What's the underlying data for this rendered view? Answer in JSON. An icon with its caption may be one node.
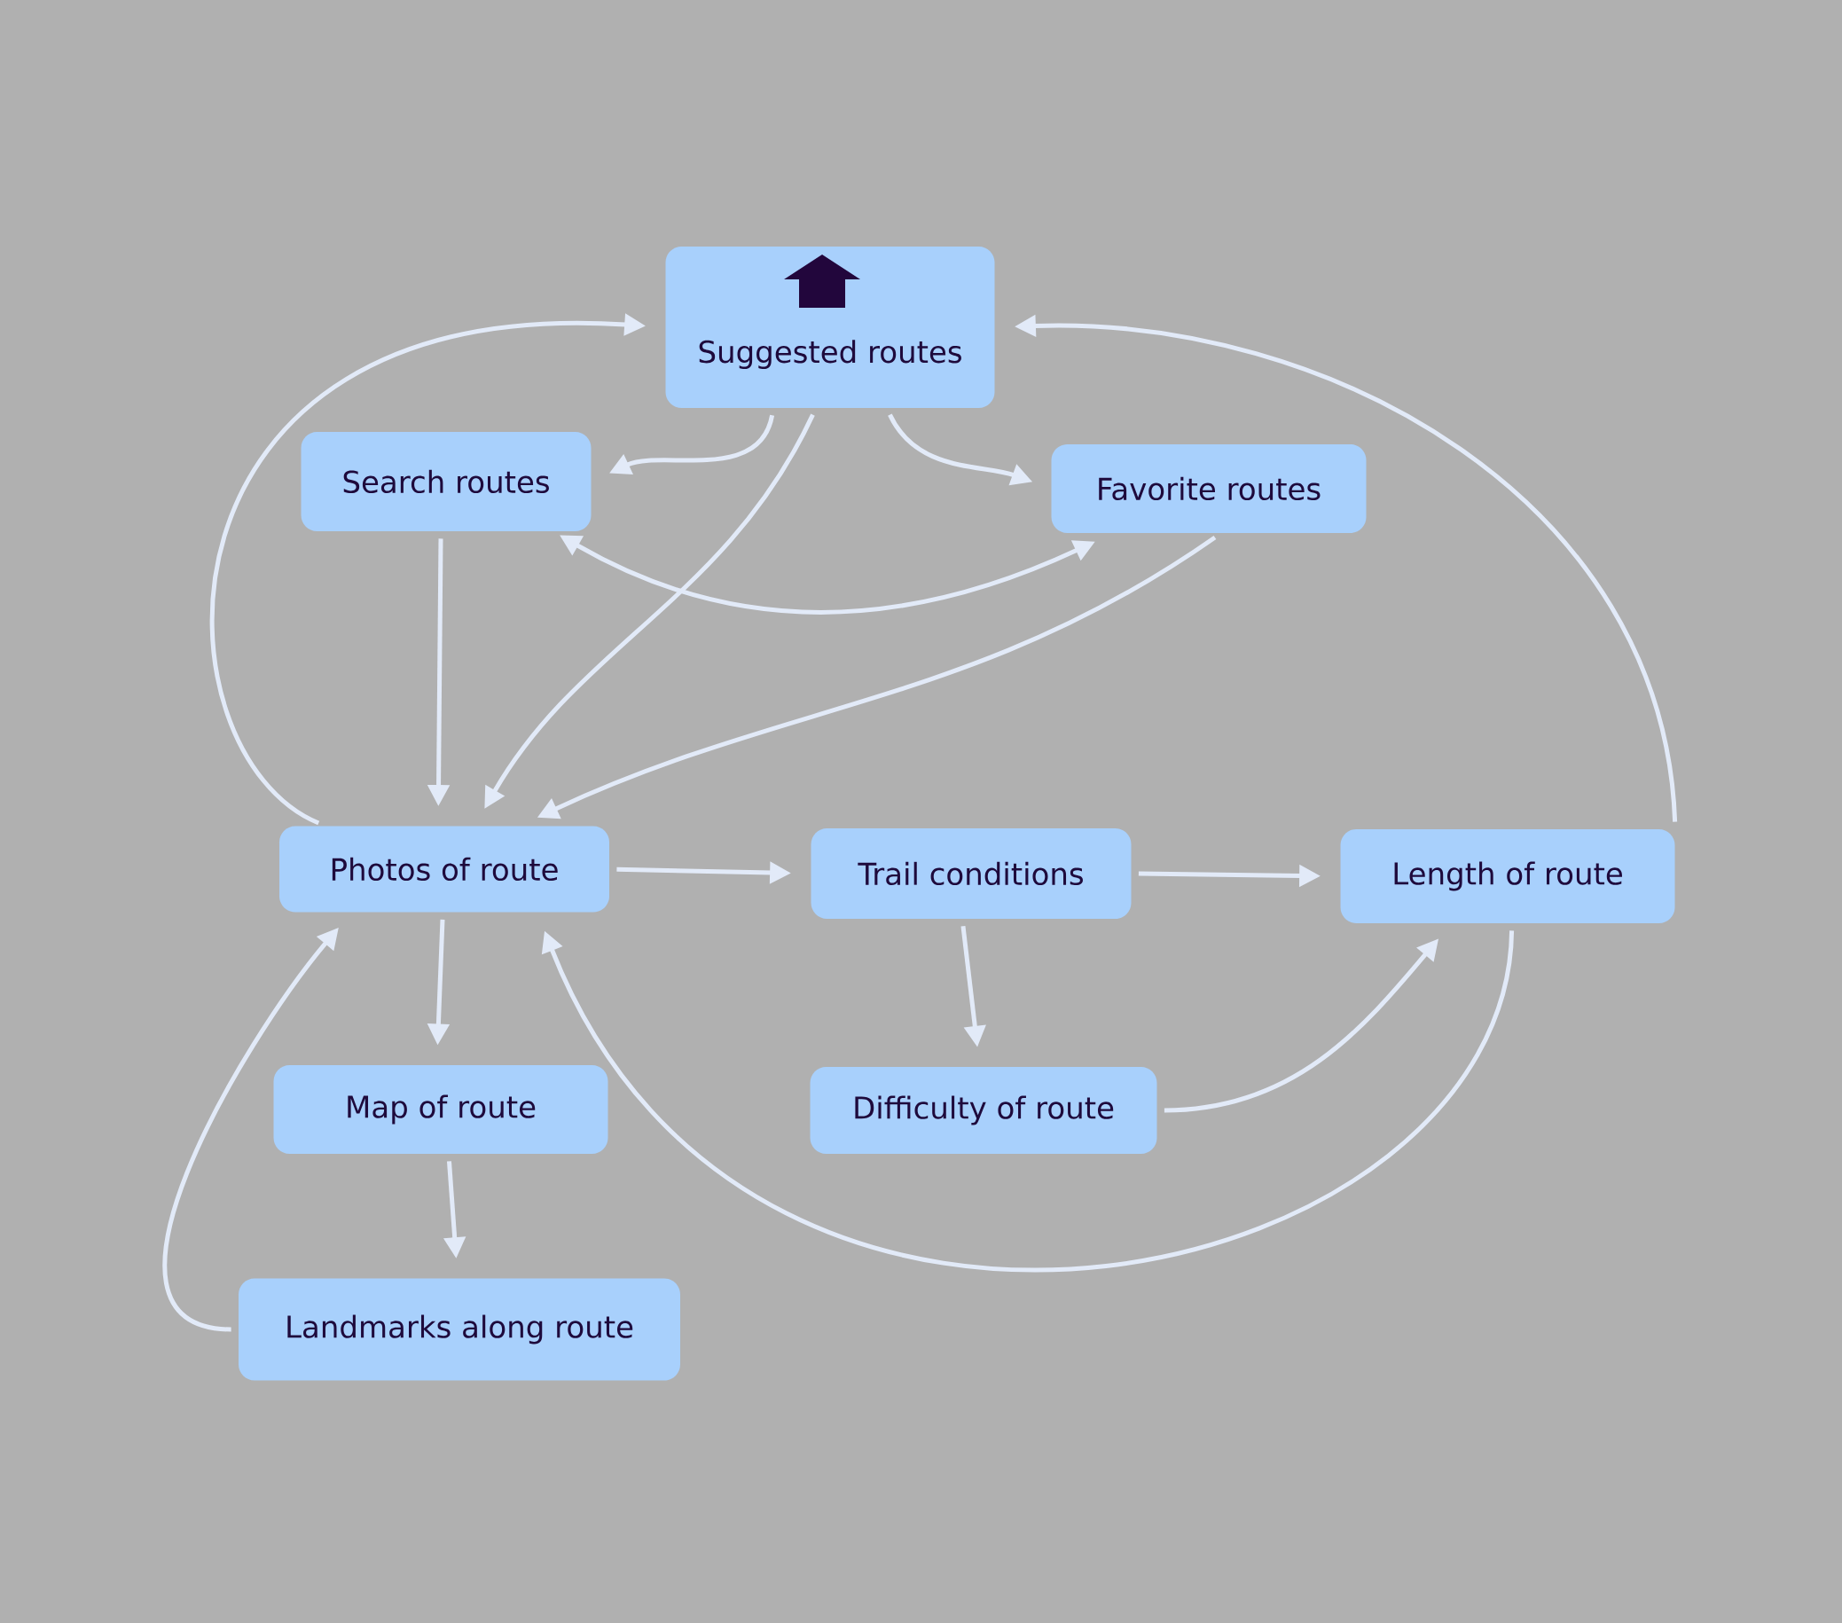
{
  "diagram": {
    "nodes": [
      {
        "text": [
          "Suggested routes"
        ]
      },
      {
        "text": [
          "Search routes"
        ]
      },
      {
        "text": [
          "Favorite routes"
        ]
      },
      {
        "text": [
          "Photos of route"
        ]
      },
      {
        "text": [
          "Trail conditions"
        ]
      },
      {
        "text": [
          "Length of route"
        ]
      },
      {
        "text": [
          "Map of route"
        ]
      },
      {
        "text": [
          "Difficulty of route"
        ]
      },
      {
        "text": [
          "Landmarks along route"
        ]
      }
    ],
    "edges": [
      {
        "from": 0,
        "to": 1,
        "arrow": "to"
      },
      {
        "from": 0,
        "to": 2,
        "arrow": "to"
      },
      {
        "from": 0,
        "to": 3,
        "arrow": "to"
      },
      {
        "from": 1,
        "to": 2,
        "arrow": "both"
      },
      {
        "from": 1,
        "to": 3,
        "arrow": "to"
      },
      {
        "from": 2,
        "to": 3,
        "arrow": "to"
      },
      {
        "from": 3,
        "to": 0,
        "arrow": "to"
      },
      {
        "from": 5,
        "to": 0,
        "arrow": "to"
      },
      {
        "from": 3,
        "to": 4,
        "arrow": "to"
      },
      {
        "from": 4,
        "to": 5,
        "arrow": "to"
      },
      {
        "from": 4,
        "to": 7,
        "arrow": "to"
      },
      {
        "from": 7,
        "to": 5,
        "arrow": "to"
      },
      {
        "from": 5,
        "to": 3,
        "arrow": "to"
      },
      {
        "from": 3,
        "to": 6,
        "arrow": "to"
      },
      {
        "from": 6,
        "to": 8,
        "arrow": "to"
      },
      {
        "from": 8,
        "to": 3,
        "arrow": "to"
      }
    ]
  }
}
